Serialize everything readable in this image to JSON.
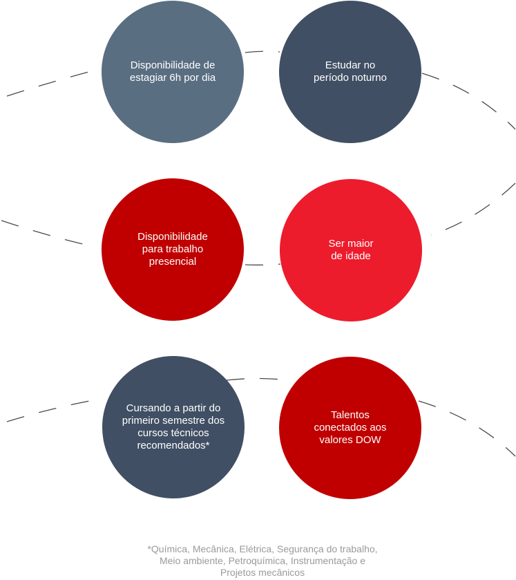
{
  "colors": {
    "slate_light": "#5a6e82",
    "slate_dark": "#404f63",
    "red_dark": "#c00000",
    "red_bright": "#ec1c2d",
    "connector": "#4a4a4a",
    "footnote_text": "#9a9a9a"
  },
  "requirements": [
    {
      "label": "Disponibilidade de\nestagiar 6h por dia",
      "color": "#5a6e82"
    },
    {
      "label": "Estudar no\nperíodo noturno",
      "color": "#404f63"
    },
    {
      "label": "Disponibilidade\npara trabalho\npresencial",
      "color": "#c00000"
    },
    {
      "label": "Ser maior\nde idade",
      "color": "#ec1c2d"
    },
    {
      "label": "Cursando a partir do\nprimeiro semestre dos\ncursos técnicos\nrecomendados*",
      "color": "#404f63"
    },
    {
      "label": "Talentos\nconectados aos\nvalores DOW",
      "color": "#c00000"
    }
  ],
  "footnote": "*Química, Mecânica, Elétrica, Segurança do trabalho,\nMeio ambiente, Petroquímica, Instrumentação e\nProjetos mecânicos"
}
